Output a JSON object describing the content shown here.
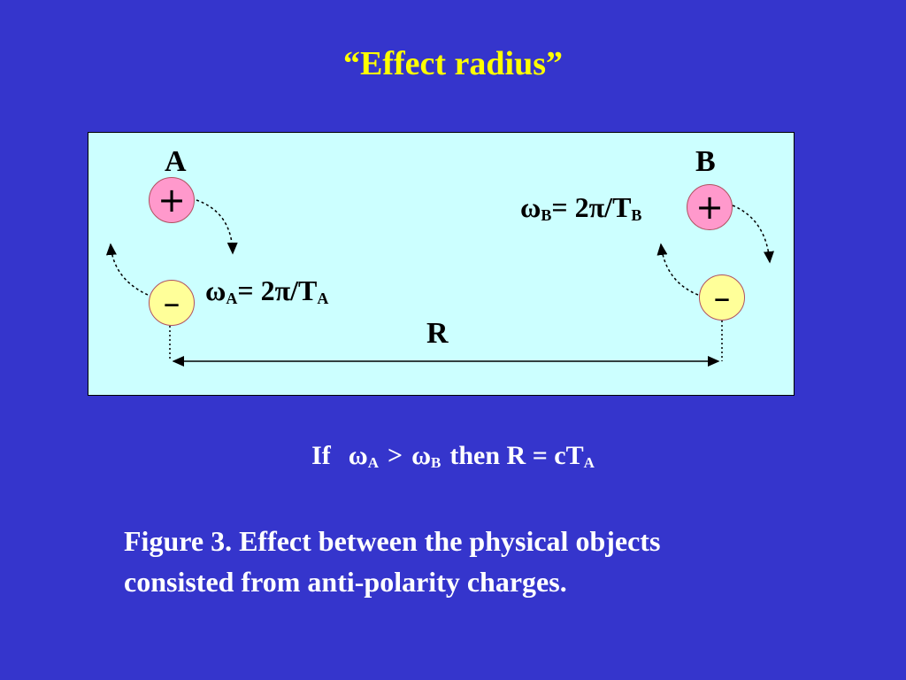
{
  "slide": {
    "title": "“Effect radius”"
  },
  "diagram": {
    "object_a": {
      "label": "A",
      "plus": "+",
      "minus": "–"
    },
    "object_b": {
      "label": "B",
      "plus": "+",
      "minus": "–"
    },
    "omega_a": {
      "symbol": "ω",
      "sub": "A",
      "rest": "= 2π/T",
      "sub2": "A"
    },
    "omega_b": {
      "symbol": "ω",
      "sub": "B",
      "rest": "= 2π/T",
      "sub2": "B"
    },
    "distance_label": "R"
  },
  "condition": {
    "if": "If",
    "omega": "ω",
    "sub_a": "A",
    "gt": ">",
    "sub_b": "B",
    "then": "then R = cT",
    "sub_end": "A"
  },
  "caption": {
    "lead": "Figure 3",
    "sep": ".",
    "text": " Effect between the physical objects consisted from anti-polarity charges."
  }
}
